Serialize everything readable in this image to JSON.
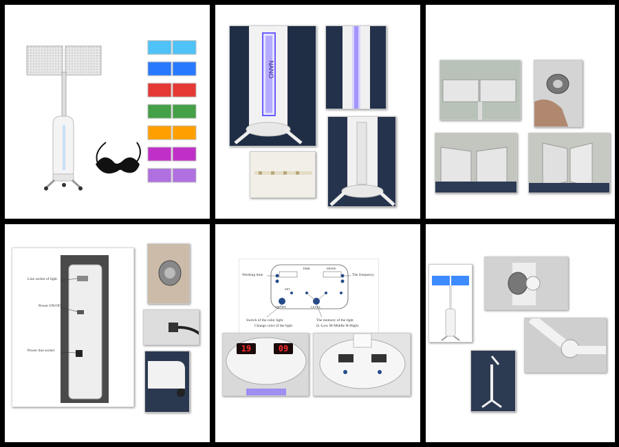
{
  "device": {
    "brand_text": "NANO",
    "light_colors": [
      "#4fc3f7",
      "#2979ff",
      "#e53935",
      "#43a047",
      "#ffa000",
      "#c030c8",
      "#b070e0"
    ]
  },
  "diagram": {
    "labels": {
      "time": "TIME",
      "mode": "MODE",
      "working_time": "Working time",
      "frequency": "The frequency",
      "set": "SET",
      "on_off": "ON/OFF",
      "level": "LEVEL",
      "switch": "Switch of the color light",
      "change": "Change color of the light",
      "memory": "The memory of the light",
      "levels": "(L-Low   M-Middle   H-High)"
    },
    "displays": {
      "left": "19",
      "right": "09"
    }
  },
  "back_panel": {
    "labels": {
      "line_socket": "Line socket of light",
      "power": "Power ON/OFF",
      "power_socket": "Power line socket"
    }
  }
}
